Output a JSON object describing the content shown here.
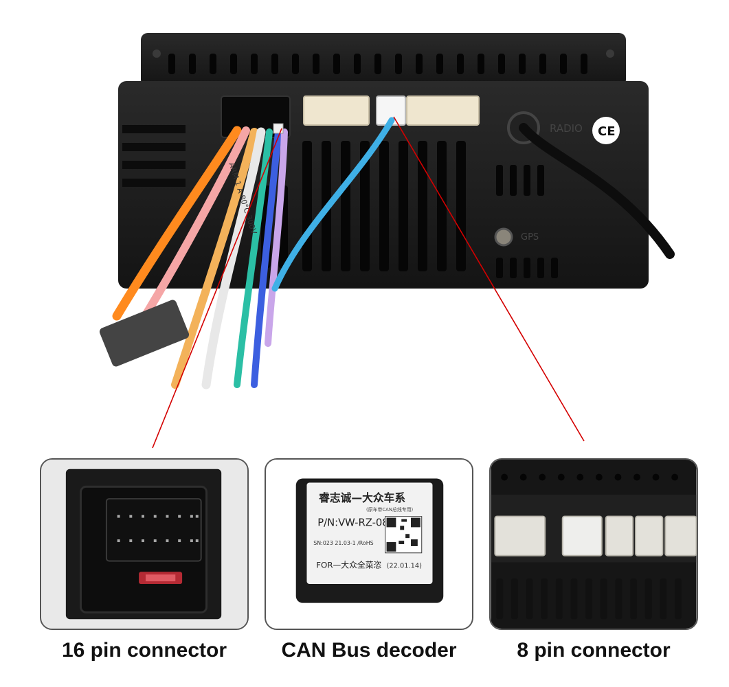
{
  "device": {
    "radio_mark": "RADIO",
    "ce_mark": "CE",
    "gps_mark": "GPS",
    "cable_print": "ARM 1 A 80°C 300V"
  },
  "decoder": {
    "title": "睿志诚—大众车系",
    "subtitle": "(原车带CAN总线专用)",
    "pn": "P/N:VW-RZ-08",
    "sn": "SN:023 21.03-1 /RoHS",
    "for_line": "FOR—大众全菜恣",
    "date": "(22.01.14)"
  },
  "captions": {
    "left": "16 pin connector",
    "center": "CAN Bus decoder",
    "right": "8 pin connector"
  },
  "colors": {
    "callout_line": "#d40000",
    "device_body": "#1c1c1c",
    "connector_beige": "#efe6cf"
  }
}
